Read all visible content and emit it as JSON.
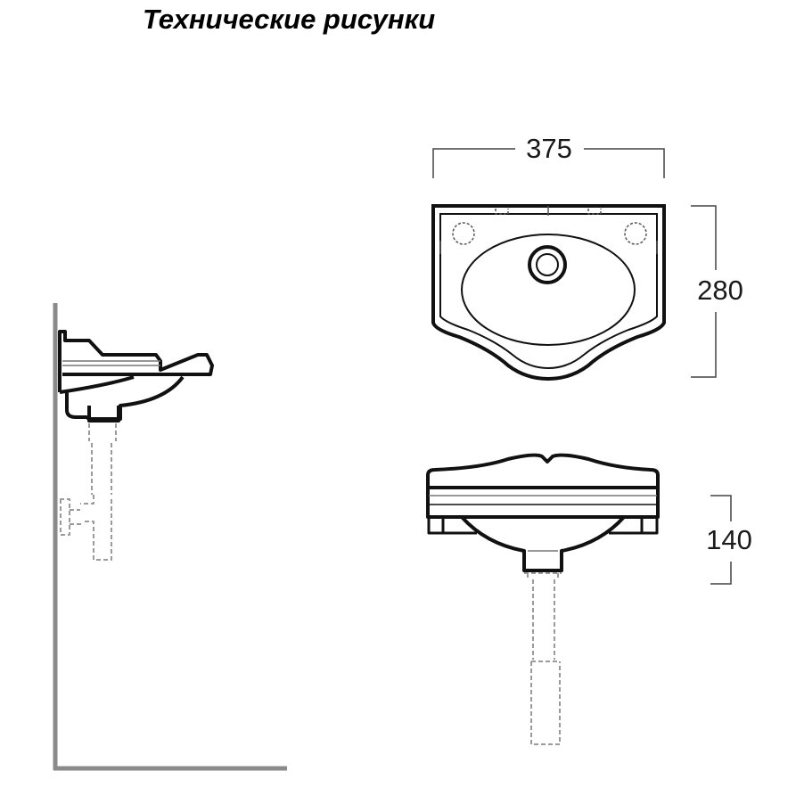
{
  "title": "Технические рисунки",
  "dimensions": {
    "width": "375",
    "depth": "280",
    "height": "140"
  },
  "colors": {
    "line": "#111111",
    "wall": "#8a8a8a",
    "hidden": "#9a9a9a"
  }
}
